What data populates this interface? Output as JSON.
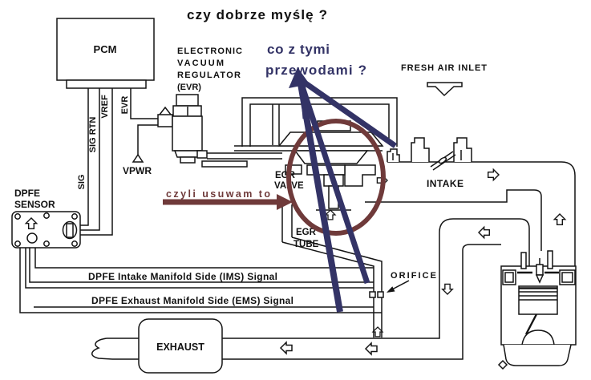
{
  "annotations": {
    "title": "czy dobrze myślę ?",
    "question_line1": "co z tymi",
    "question_line2": "przewodami ?",
    "removal_note": "czyli usuwam to",
    "colors": {
      "question": "#333366",
      "removal": "#6F3A3A",
      "line_art": "#141414"
    }
  },
  "labels": {
    "pcm": "PCM",
    "evr_line1": "ELECTRONIC",
    "evr_line2": "VACUUM",
    "evr_line3": "REGULATOR",
    "evr_line4": "(EVR)",
    "sig": "SIG",
    "sig_rtn": "SIG RTN",
    "vref": "VREF",
    "evr_wire": "EVR",
    "vpwr": "VPWR",
    "dpfe_line1": "DPFE",
    "dpfe_line2": "SENSOR",
    "egr_valve_line1": "EGR",
    "egr_valve_line2": "VALVE",
    "egr_tube_line1": "EGR",
    "egr_tube_line2": "TUBE",
    "fresh_air_inlet": "FRESH AIR INLET",
    "intake": "INTAKE",
    "orifice": "ORIFICE",
    "exhaust": "EXHAUST",
    "ims_signal": "DPFE Intake Manifold Side (IMS) Signal",
    "ems_signal": "DPFE Exhaust Manifold Side (EMS) Signal"
  }
}
